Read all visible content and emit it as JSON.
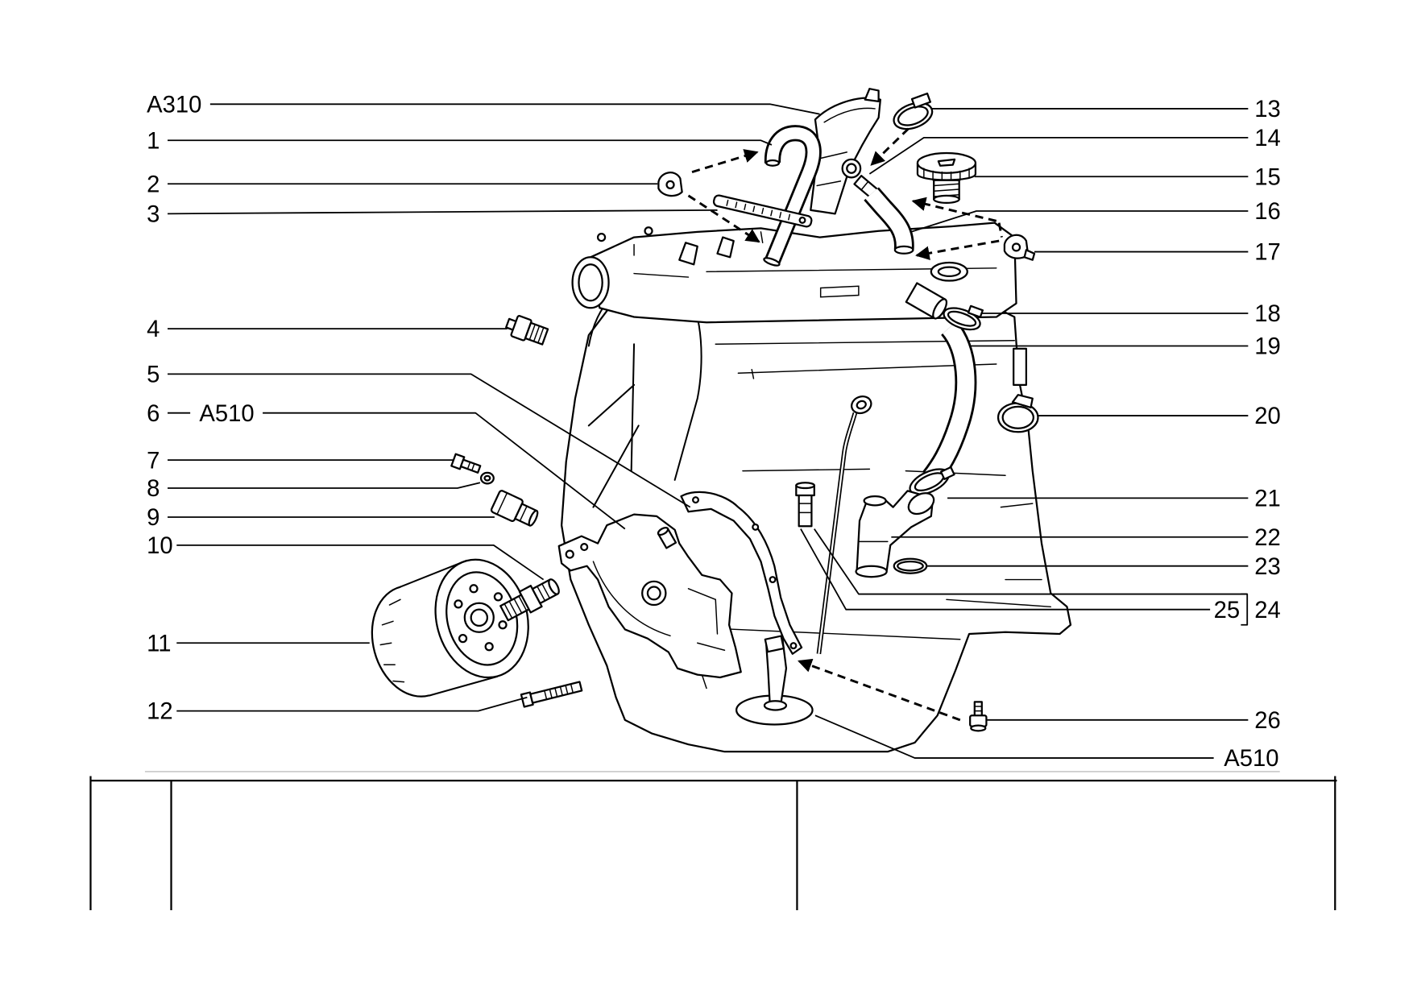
{
  "callouts": {
    "left": [
      "A310",
      "1",
      "2",
      "3",
      "4",
      "5",
      "6",
      "A510",
      "7",
      "8",
      "9",
      "10",
      "11",
      "12"
    ],
    "right": [
      "13",
      "14",
      "15",
      "16",
      "17",
      "18",
      "19",
      "20",
      "21",
      "22",
      "23",
      "25",
      "24",
      "26",
      "A510"
    ]
  }
}
